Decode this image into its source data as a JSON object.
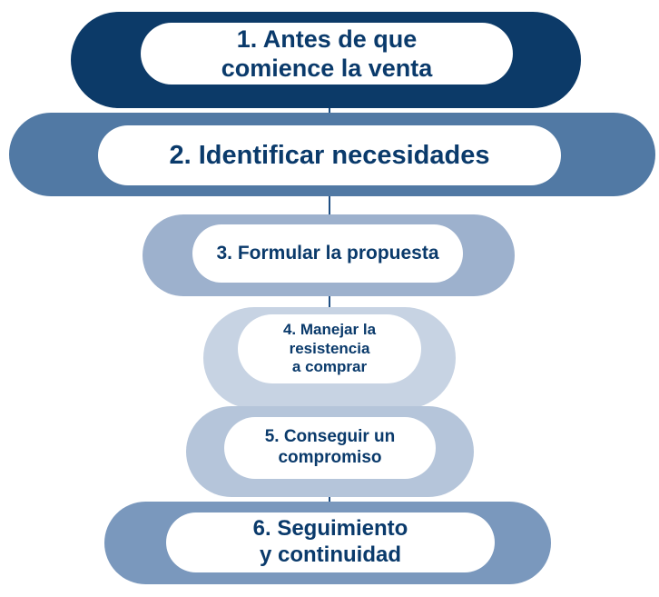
{
  "colors": {
    "text": "#0a3a6b",
    "arrow": "#1f4f84",
    "inner_fill": "#ffffff"
  },
  "stages": [
    {
      "label": "1. Antes de que\ncomience la venta",
      "color": "#0c3a68"
    },
    {
      "label": "2. Identificar necesidades",
      "color": "#5179a4"
    },
    {
      "label": "3. Formular la propuesta",
      "color": "#9db1cd"
    },
    {
      "label": "4. Manejar la\nresistencia\na comprar",
      "color": "#c7d3e3"
    },
    {
      "label": "5. Conseguir un\ncompromiso",
      "color": "#b5c5da"
    },
    {
      "label": "6. Seguimiento\ny continuidad",
      "color": "#7a98bd"
    }
  ]
}
